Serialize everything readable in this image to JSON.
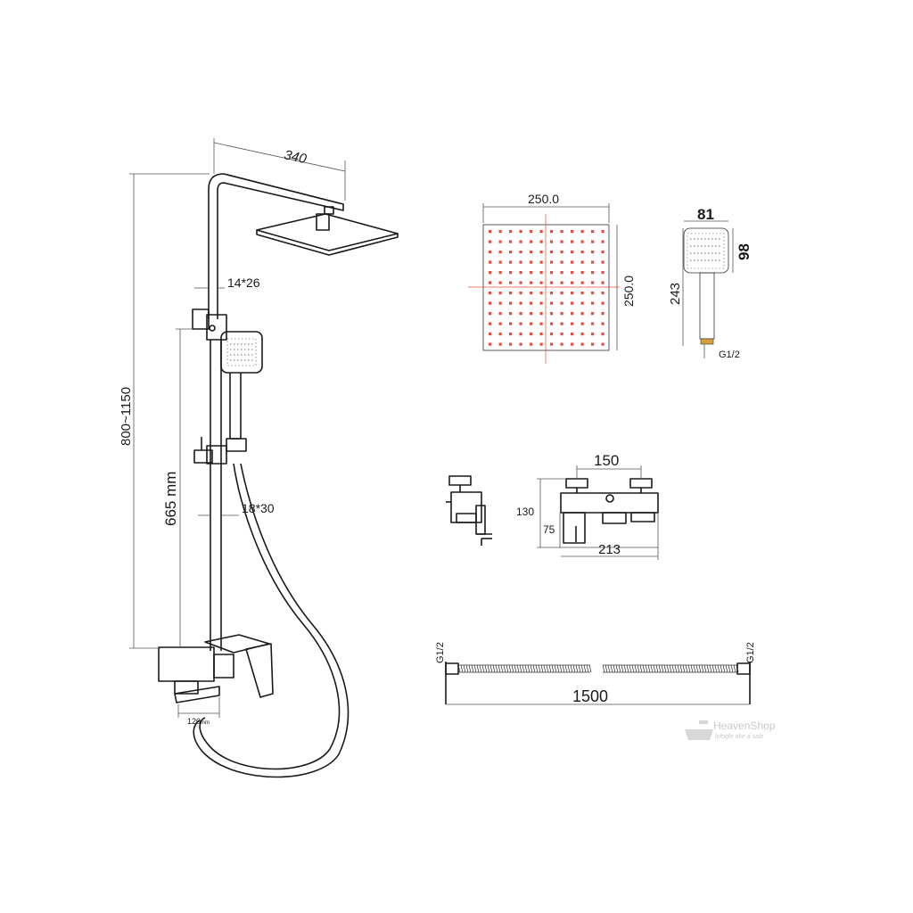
{
  "colors": {
    "line": "#1a1a1a",
    "centerline": "#e74c3c",
    "watermark": "#c9c9c9"
  },
  "dimensions": {
    "arm_length": "340",
    "pipe_top": "14*26",
    "pipe_bottom": "18*30",
    "total_height": "800~1150",
    "slide_length": "665 mm",
    "spout_length": "120",
    "spout_unit": "mm",
    "head_width": "250.0",
    "head_height": "250.0",
    "hand_width": "81",
    "hand_face": "98",
    "hand_length": "243",
    "hand_thread": "G1/2",
    "mixer_spacing": "150",
    "mixer_height": "130",
    "mixer_spout": "75",
    "mixer_width": "213",
    "hose_thread_left": "G1/2",
    "hose_thread_right": "G1/2",
    "hose_length": "1500"
  },
  "watermark": {
    "brand": "HeavenShop",
    "tagline": "lofogle ake a sale"
  }
}
